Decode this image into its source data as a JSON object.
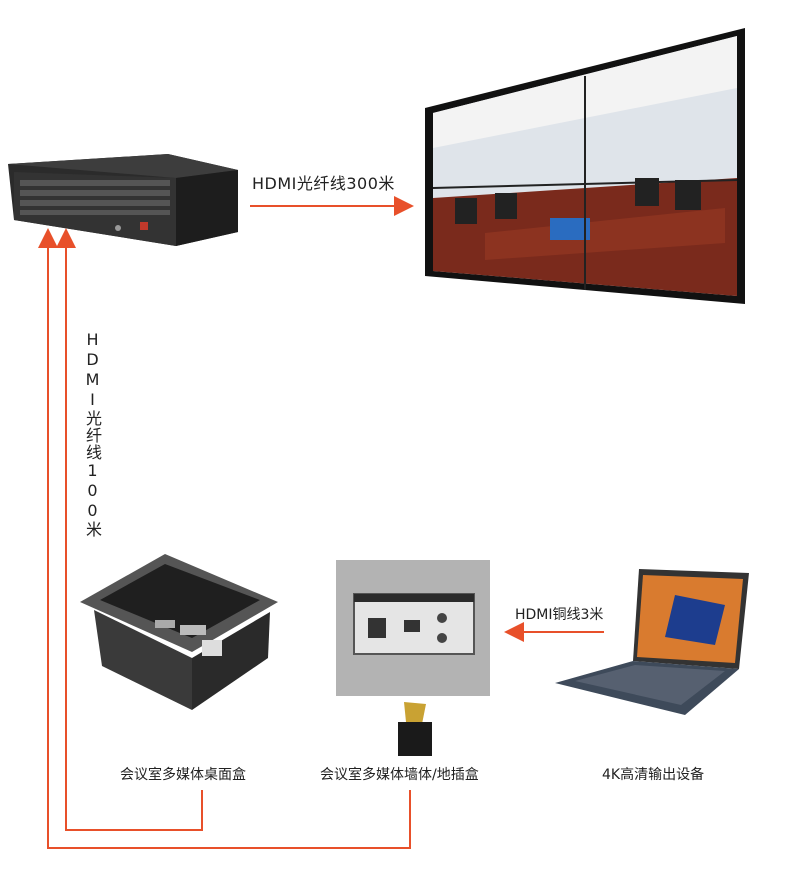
{
  "labels": {
    "top_link": "HDMI光纤线300米",
    "left_link": "HDMI光纤线100米",
    "laptop_link": "HDMI铜线3米",
    "desktop_box": "会议室多媒体桌面盒",
    "wall_box": "会议室多媒体墙体/地插盒",
    "source": "4K高清输出设备"
  },
  "colors": {
    "arrow": "#e8502a",
    "text": "#222222"
  },
  "devices": {
    "matrix": "matrix-switcher",
    "videowall": "video-wall",
    "desktop": "desktop-socket-box",
    "wall": "wall-socket-panel",
    "adapter": "hdmi-adapter",
    "laptop": "laptop"
  }
}
